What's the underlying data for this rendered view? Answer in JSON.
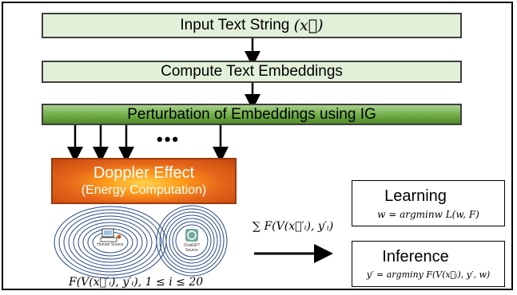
{
  "steps": {
    "input": "Input Text String",
    "input_math": "(x⃗)",
    "embed": "Compute Text Embeddings",
    "perturb": "Perturbation of Embeddings using IG"
  },
  "ellipsis": "•••",
  "doppler": {
    "title": "Doppler Effect",
    "subtitle": "(Energy Computation)"
  },
  "sources": {
    "human": "Human Source",
    "chatgpt": "ChatGPT Source"
  },
  "caption": "F(V(x⃗′ᵢ), y′ᵢ), 1 ≤ i ≤ 20",
  "sum_label": "∑ F(V(x⃗′ᵢ), y′ᵢ)",
  "learning": {
    "title": "Learning",
    "formula": "w = argminw L(w, F)"
  },
  "inference": {
    "title": "Inference",
    "formula": "y′ = argminy F(V(x⃗ᵢ), y′, w)"
  },
  "colors": {
    "light_green": "#e2f0d9",
    "dark_green": "#70ad47",
    "orange": "#e5661a",
    "border": "#3f3f3f"
  },
  "icons": [
    "gears-icon",
    "brain-icon",
    "keyboard-person-icon",
    "chatgpt-logo-icon"
  ]
}
